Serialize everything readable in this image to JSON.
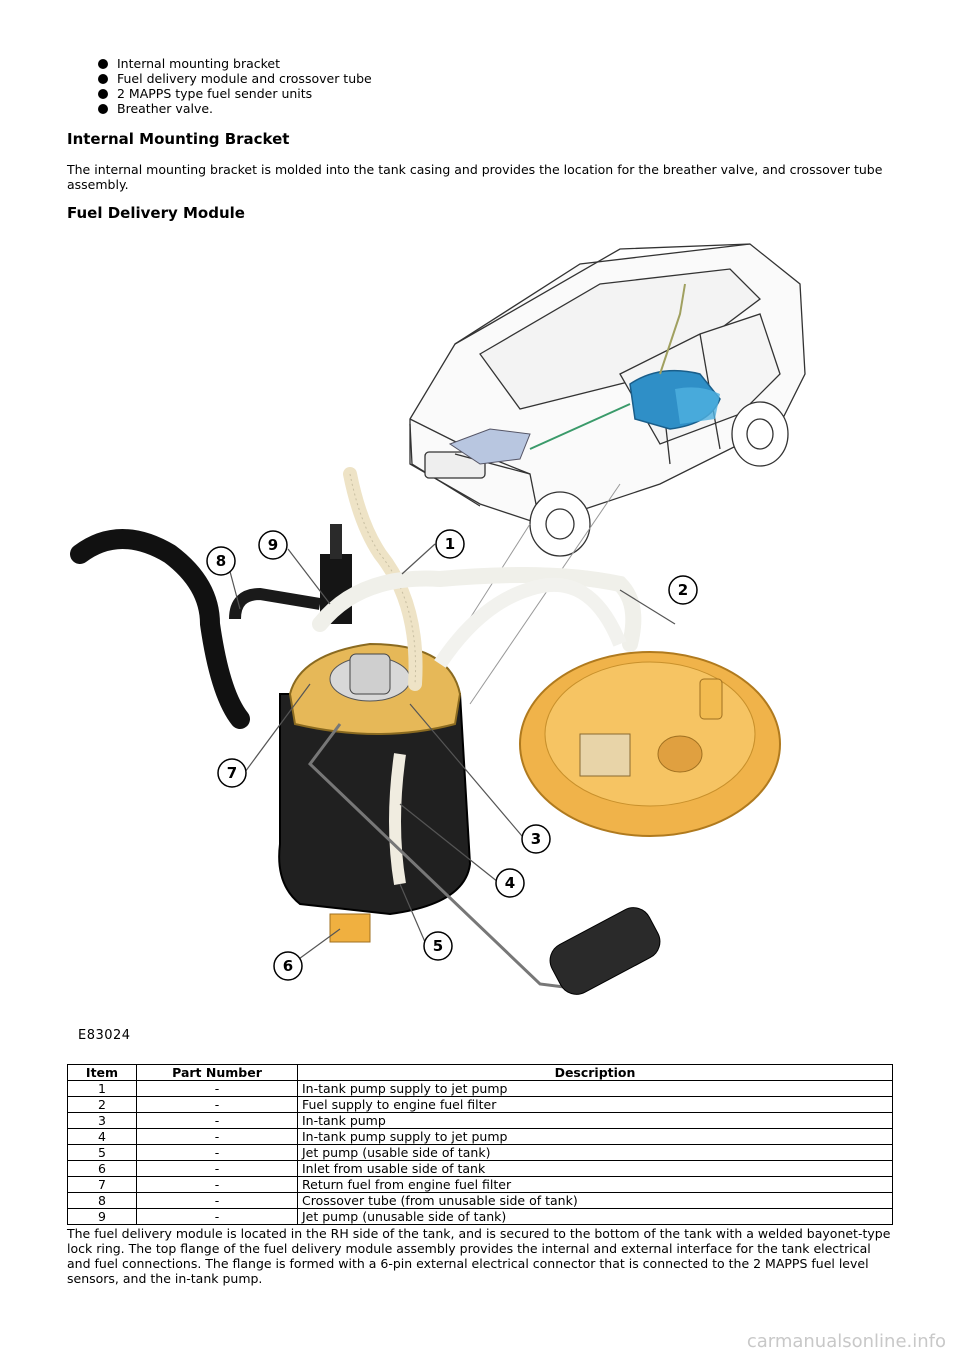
{
  "bullets": [
    "Internal mounting bracket",
    "Fuel delivery module and crossover tube",
    "2 MAPPS type fuel sender units",
    "Breather valve."
  ],
  "section1": {
    "heading": "Internal Mounting Bracket",
    "text": "The internal mounting bracket is molded into the tank casing and provides the location for the breather valve, and crossover tube assembly."
  },
  "section2": {
    "heading": "Fuel Delivery Module"
  },
  "figure": {
    "id": "E83024",
    "callouts": [
      "1",
      "2",
      "3",
      "4",
      "5",
      "6",
      "7",
      "8",
      "9"
    ]
  },
  "table": {
    "headers": [
      "Item",
      "Part Number",
      "Description"
    ],
    "rows": [
      [
        "1",
        "-",
        "In-tank pump supply to jet pump"
      ],
      [
        "2",
        "-",
        "Fuel supply to engine fuel filter"
      ],
      [
        "3",
        "-",
        "In-tank pump"
      ],
      [
        "4",
        "-",
        "In-tank pump supply to jet pump"
      ],
      [
        "5",
        "-",
        "Jet pump (usable side of tank)"
      ],
      [
        "6",
        "-",
        "Inlet from usable side of tank"
      ],
      [
        "7",
        "-",
        "Return fuel from engine fuel filter"
      ],
      [
        "8",
        "-",
        "Crossover tube (from unusable side of tank)"
      ],
      [
        "9",
        "-",
        "Jet pump (unusable side of tank)"
      ]
    ]
  },
  "closing_text": "The fuel delivery module is located in the RH side of the tank, and is secured to the bottom of the tank with a welded bayonet-type lock ring. The top flange of the fuel delivery module assembly provides the internal and external interface for the tank electrical and fuel connections. The flange is formed with a 6-pin external electrical connector that is connected to the 2 MAPPS fuel level sensors, and the in-tank pump.",
  "watermark": "carmanualsonline.info"
}
